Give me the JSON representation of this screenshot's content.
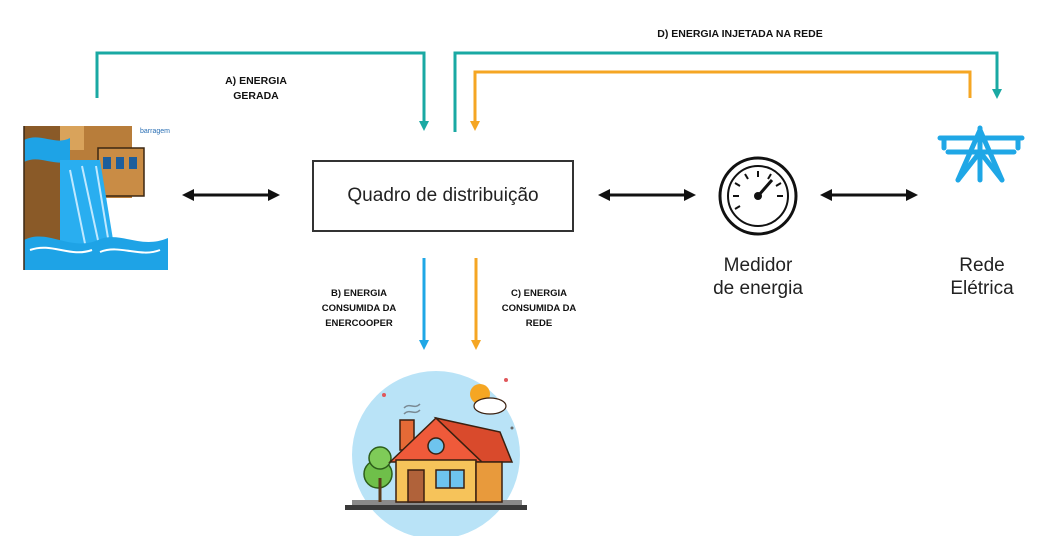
{
  "diagram": {
    "flows": {
      "a": "A) ENERGIA\nGERADA",
      "b": "B) ENERGIA\nCONSUMIDA DA\nENERCOOPER",
      "c": "C) ENERGIA\nCONSUMIDA DA\nREDE",
      "d": "D) ENERGIA INJETADA NA REDE"
    },
    "nodes": {
      "hub": "Quadro de distribuição",
      "meter": "Medidor\nde energia",
      "grid": "Rede\nElétrica",
      "dam_tag": "barragem"
    },
    "icons": [
      "hydro-dam-icon",
      "energy-meter-icon",
      "power-tower-icon",
      "house-icon"
    ],
    "colors": {
      "teal": "#1aa9a3",
      "blue": "#1fa7e6",
      "orange": "#f5a623",
      "black": "#111111"
    }
  }
}
